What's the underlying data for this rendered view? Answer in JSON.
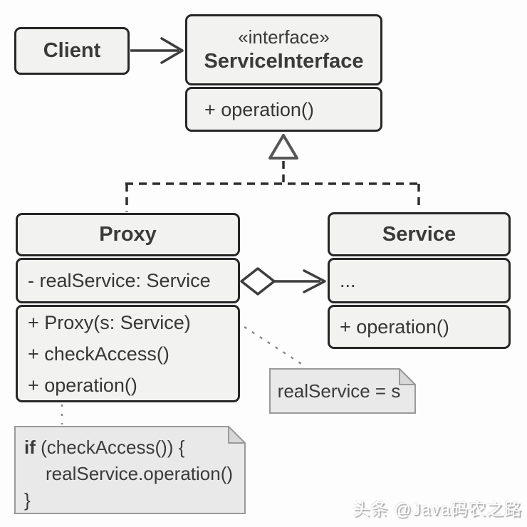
{
  "client": {
    "name": "Client"
  },
  "service_interface": {
    "stereotype": "«interface»",
    "name": "ServiceInterface",
    "methods": [
      "+ operation()"
    ]
  },
  "proxy": {
    "name": "Proxy",
    "attributes": [
      "- realService: Service"
    ],
    "methods": [
      "+ Proxy(s: Service)",
      "+ checkAccess()",
      "+ operation()"
    ]
  },
  "service": {
    "name": "Service",
    "attributes": [
      "..."
    ],
    "methods": [
      "+ operation()"
    ]
  },
  "notes": {
    "assignment": "realService = s",
    "code": {
      "keyword": "if",
      "condition": " (checkAccess()) {",
      "body": "realService.operation()",
      "close": "}"
    }
  },
  "relationships": {
    "client_to_interface": "association-arrow",
    "proxy_to_interface": "realization-dashed-hollow-triangle",
    "service_to_interface": "realization-dashed-hollow-triangle",
    "proxy_to_service": "aggregation-diamond-arrow"
  },
  "watermark": "头条 @Java码农之路",
  "colors": {
    "background": "#fdfdfd",
    "box_fill": "#f2f2f1",
    "box_border": "#262626",
    "note_fill": "#e9e9e9",
    "note_fold": "#d8d8d8",
    "note_border": "#9a9a9a",
    "line": "#3d3d3d",
    "triangle_stroke": "#555555",
    "text": "#363636"
  }
}
